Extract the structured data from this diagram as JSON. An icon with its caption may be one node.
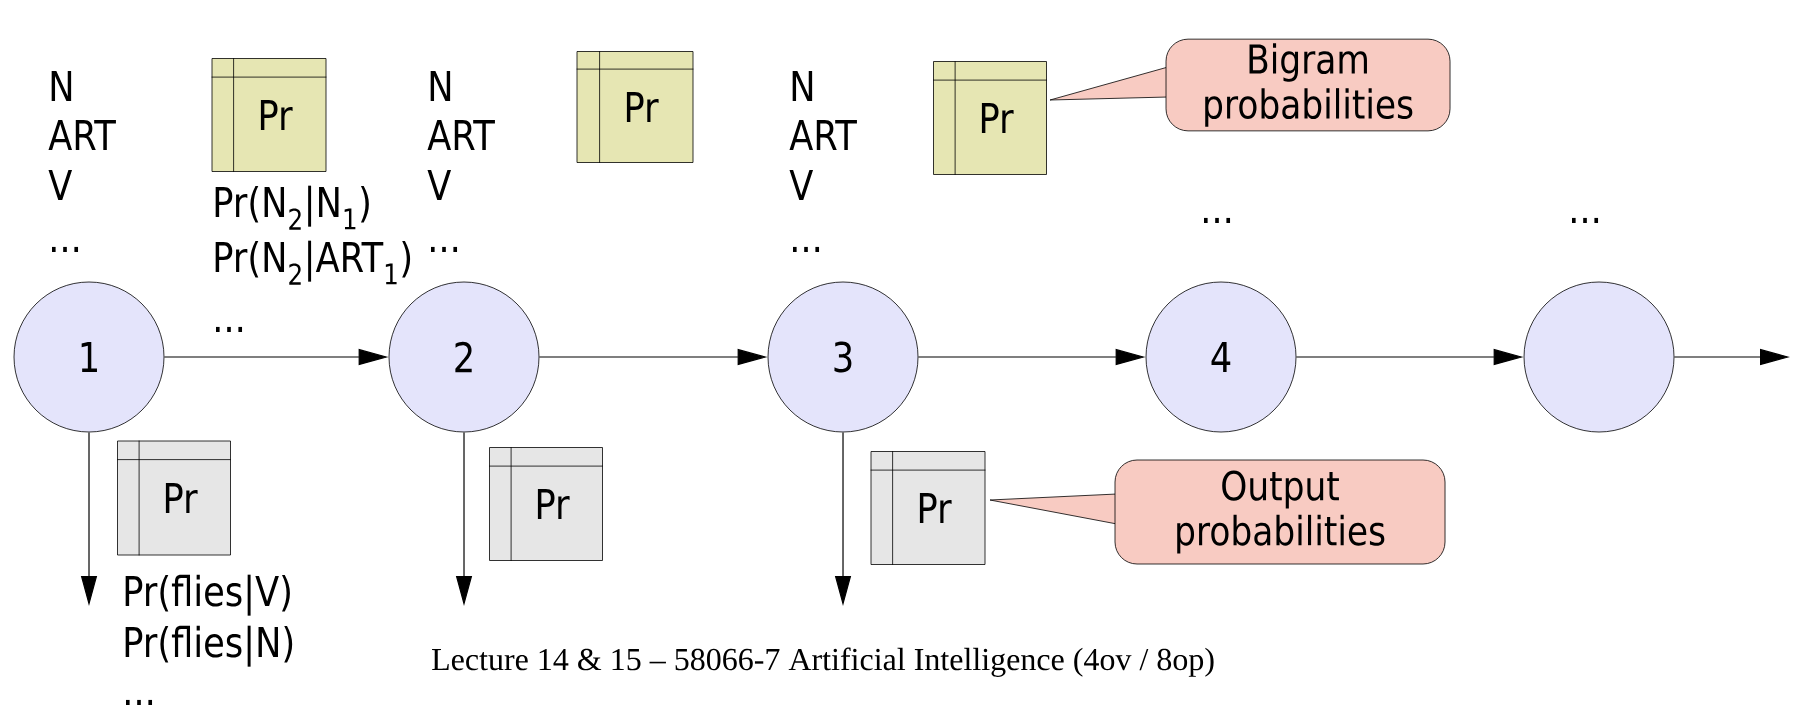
{
  "diagram": {
    "nodes": [
      {
        "text": [
          "Pr"
        ]
      },
      {
        "text": [
          "Pr"
        ]
      },
      {
        "text": [
          "Pr"
        ]
      },
      {
        "text": [
          "Bigram probabilities"
        ]
      },
      {
        "text": [
          "1"
        ]
      },
      {
        "text": [
          "2"
        ]
      },
      {
        "text": [
          "3"
        ]
      },
      {
        "text": [
          "4"
        ]
      },
      {
        "text": [],
        "shape": "circle"
      },
      {
        "text": [
          "Pr"
        ]
      },
      {
        "text": [
          "Pr"
        ]
      },
      {
        "text": [
          "Pr"
        ]
      },
      {
        "text": [
          "Output probabilities"
        ]
      }
    ],
    "edges": [
      {
        "from": 4,
        "to": 5,
        "arrow": "to"
      },
      {
        "from": 5,
        "to": 6,
        "arrow": "to"
      },
      {
        "from": 6,
        "to": 7,
        "arrow": "to"
      },
      {
        "from": 7,
        "to": 8,
        "arrow": "to"
      },
      {
        "from": 8,
        "to": null,
        "arrow": "to"
      },
      {
        "from": 4,
        "to": null,
        "arrow": "to"
      },
      {
        "from": 5,
        "to": null,
        "arrow": "to"
      },
      {
        "from": 6,
        "to": null,
        "arrow": "to"
      }
    ],
    "labels": [
      "N",
      "ART",
      "V",
      "...",
      "Pr(N$_{2}$|N$_{1}$)",
      "Pr(N$_{2}$|ART$_{1}$)",
      "...",
      "N",
      "ART",
      "V",
      "...",
      "N",
      "ART",
      "V",
      "...",
      "...",
      "...",
      "Pr(flies|V)",
      "Pr(flies|N)",
      "..."
    ],
    "caption": "Lecture 14 & 15 – 58066-7 Artificial Intelligence (4ov / 8op)"
  }
}
